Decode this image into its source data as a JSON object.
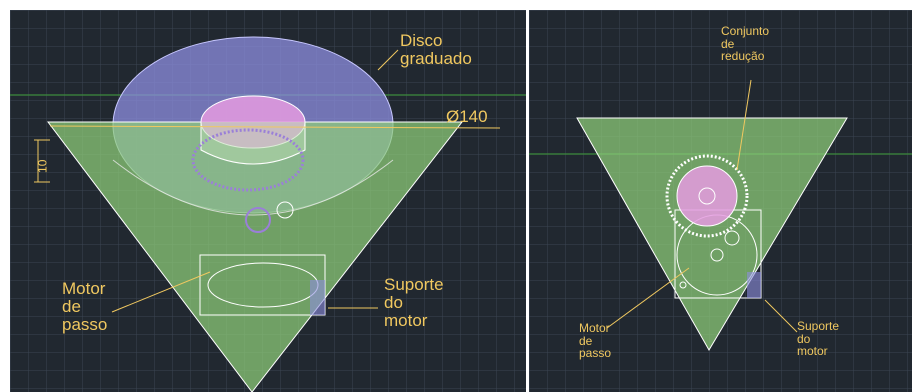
{
  "left_view": {
    "label_disco": "Disco\ngraduado",
    "label_diameter": "Ø140",
    "label_dimension": "10",
    "label_motor": "Motor\nde\npasso",
    "label_suporte": "Suporte\ndo\nmotor"
  },
  "right_view": {
    "label_conjunto": "Conjunto\nde\nredução",
    "label_motor": "Motor\nde\npasso",
    "label_suporte": "Suporte\ndo\nmotor"
  },
  "colors": {
    "background": "#212830",
    "grid": "#3a4552",
    "triangle_fill": "#8fcf7a",
    "disc_fill": "#8d8ee0",
    "hub_fill": "#e59be0",
    "annotation": "#f0c860",
    "axis_line": "#3d8a3d",
    "outline": "#ffffff"
  }
}
